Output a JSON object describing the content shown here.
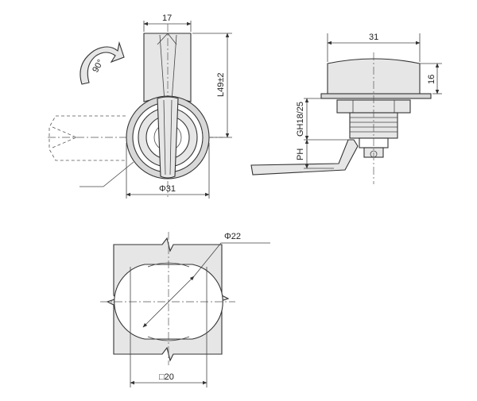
{
  "dimensions": {
    "handle_width": "17",
    "length": "L49±2",
    "rotation": "90°",
    "body_diameter": "Φ31",
    "side_width": "31",
    "side_height": "16",
    "grip_range": "GH18/25",
    "ph": "PH",
    "cutout_diameter": "Φ22",
    "cutout_square": "□20"
  }
}
